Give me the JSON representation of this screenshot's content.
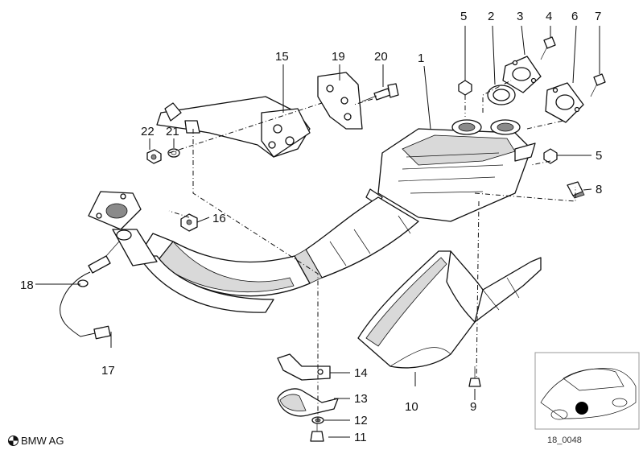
{
  "callouts": [
    {
      "id": "1",
      "label": "1"
    },
    {
      "id": "2",
      "label": "2"
    },
    {
      "id": "3",
      "label": "3"
    },
    {
      "id": "4",
      "label": "4"
    },
    {
      "id": "5a",
      "label": "5"
    },
    {
      "id": "5b",
      "label": "5"
    },
    {
      "id": "6",
      "label": "6"
    },
    {
      "id": "7",
      "label": "7"
    },
    {
      "id": "8",
      "label": "8"
    },
    {
      "id": "9",
      "label": "9"
    },
    {
      "id": "10",
      "label": "10"
    },
    {
      "id": "11",
      "label": "11"
    },
    {
      "id": "12",
      "label": "12"
    },
    {
      "id": "13",
      "label": "13"
    },
    {
      "id": "14",
      "label": "14"
    },
    {
      "id": "15",
      "label": "15"
    },
    {
      "id": "16",
      "label": "16"
    },
    {
      "id": "17",
      "label": "17"
    },
    {
      "id": "18",
      "label": "18"
    },
    {
      "id": "19",
      "label": "19"
    },
    {
      "id": "20",
      "label": "20"
    },
    {
      "id": "21",
      "label": "21"
    },
    {
      "id": "22",
      "label": "22"
    }
  ],
  "footer": {
    "copyright": "BMW AG",
    "diagram_ref": "18_0048"
  }
}
